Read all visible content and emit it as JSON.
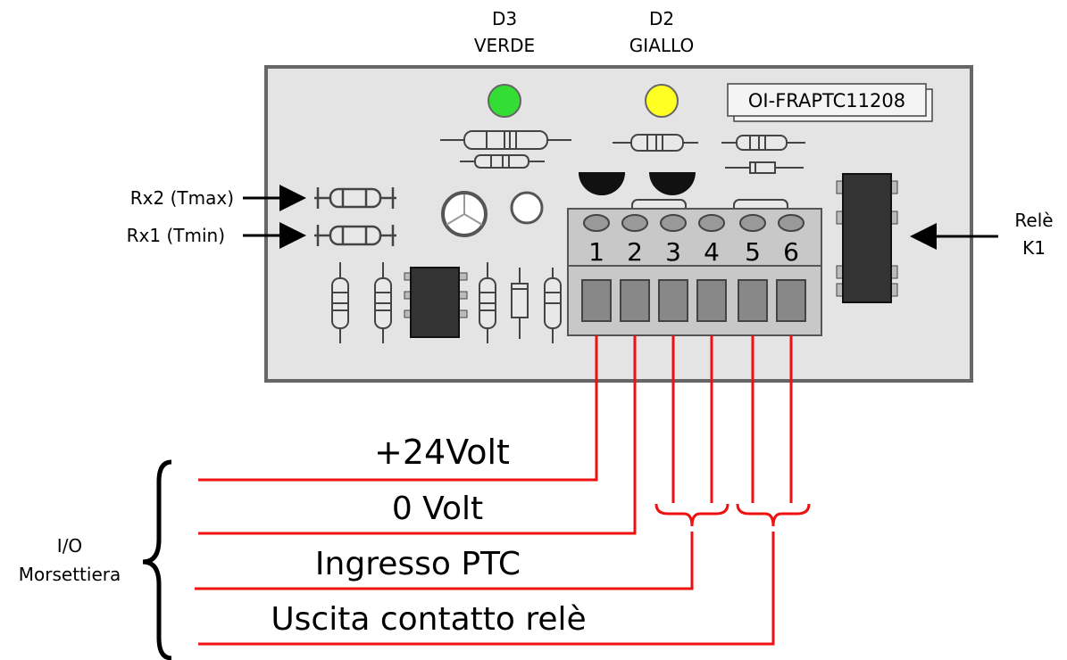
{
  "leds": {
    "d3": {
      "id": "D3",
      "color_name": "VERDE",
      "color": "#33dd33"
    },
    "d2": {
      "id": "D2",
      "color_name": "GIALLO",
      "color": "#ffff22"
    }
  },
  "board": {
    "code": "OI-FRAPTC11208",
    "fill": "#e4e4e4"
  },
  "resistor_labels": {
    "rx2": "Rx2 (Tmax)",
    "rx1": "Rx1 (Tmin)"
  },
  "relay": {
    "line1": "Relè",
    "line2": "K1"
  },
  "terminals": [
    "1",
    "2",
    "3",
    "4",
    "5",
    "6"
  ],
  "wires": {
    "plus24": "+24Volt",
    "zero": "0 Volt",
    "ptc": "Ingresso PTC",
    "relay_out": "Uscita contatto relè"
  },
  "io_label": {
    "line1": "I/O",
    "line2": "Morsettiera"
  },
  "colors": {
    "wire": "#ee1111",
    "component": "#333333"
  }
}
